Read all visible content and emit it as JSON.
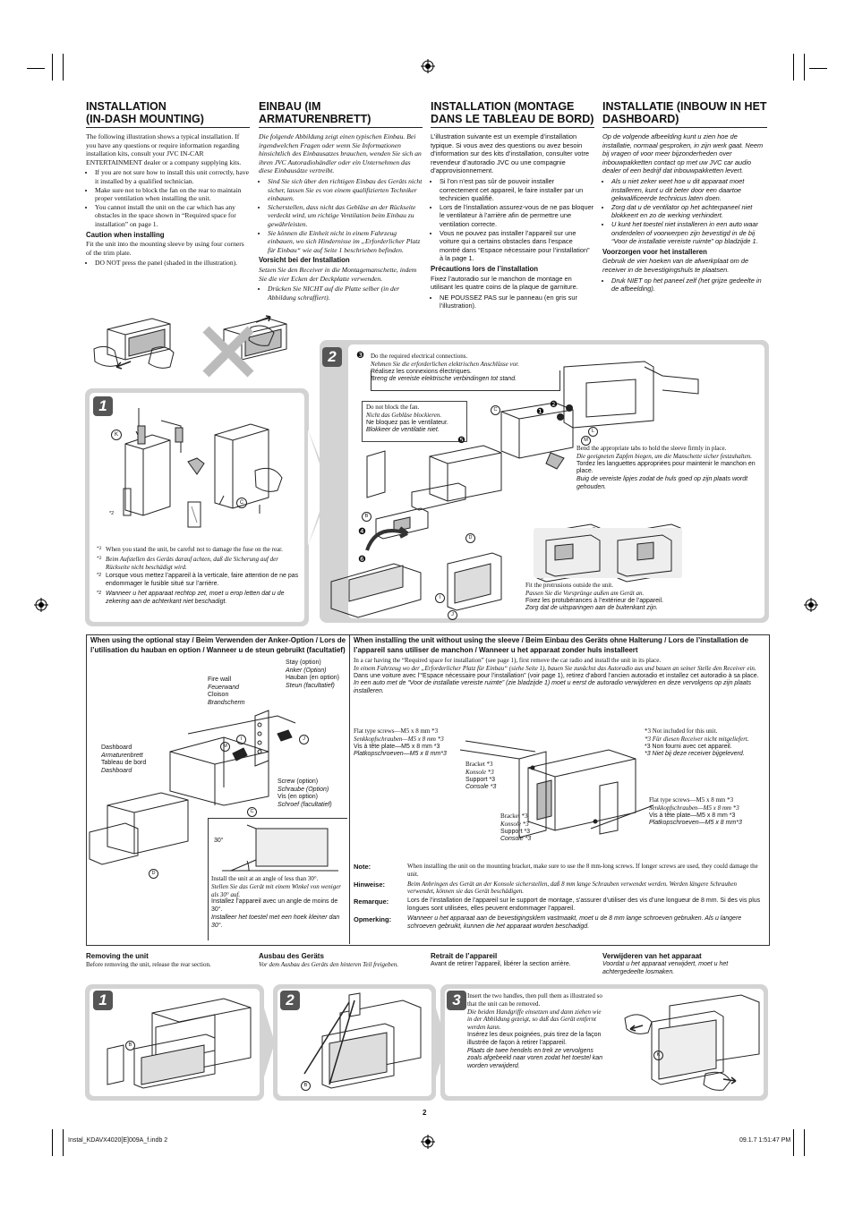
{
  "page_number": "2",
  "footer": {
    "filename": "Instal_KDAVX4020[E]009A_f.indb   2",
    "timestamp": "09.1.7   1:51:47 PM"
  },
  "columns": [
    {
      "title": "INSTALLATION\n(IN-DASH MOUNTING)",
      "intro": "The following illustration shows a typical installation. If you have any questions or require information regarding installation kits, consult your JVC IN-CAR ENTERTAINMENT dealer or a company supplying kits.",
      "bullets": [
        "If you are not sure how to install this unit correctly, have it installed by a qualified technician.",
        "Make sure not to block the fan on the rear to maintain proper ventilation when installing the unit.",
        "You cannot install the unit on the car which has any obstacles in the space shown in “Required space for installation” on page 1."
      ],
      "caution_title": "Caution when installing",
      "caution_text": "Fit the unit into the mounting sleeve by using four corners of the trim plate.",
      "caution_bullets": [
        "DO NOT press the panel (shaded in the illustration)."
      ]
    },
    {
      "title": "EINBAU (IM ARMATURENBRETT)",
      "intro": "Die folgende Abbildung zeigt einen typischen Einbau. Bei irgendwelchen Fragen oder wenn Sie Informationen hinsichtlich des Einbausatzes brauchen, wenden Sie sich an ihren JVC Autoradiohändler oder ein Unternehmen das diese Einbausätze vertreibt.",
      "bullets": [
        "Sind Sie sich über den richtigen Einbau des Geräts nicht sicher, lassen Sie es von einem qualifizierten Techniker einbauen.",
        "Sicherstellen, dass nicht das Gebläse an der Rückseite verdeckt wird, um richtige Ventilation beim Einbau zu gewährleisten.",
        "Sie können die Einheit nicht in einem Fahrzeug einbauen, wo sich Hindernisse im „Erforderlicher Platz für Einbau“ wie auf Seite 1 beschrieben befinden."
      ],
      "caution_title": "Vorsicht bei der Installation",
      "caution_text": "Setzen Sie den Receiver in die Montagemanschette, indem Sie die vier Ecken der Deckplatte verwenden.",
      "caution_bullets": [
        "Drücken Sie NICHT auf die Platte selber (in der Abbildung schraffiert)."
      ]
    },
    {
      "title": "INSTALLATION (MONTAGE DANS LE TABLEAU DE BORD)",
      "intro": "L’illustration suivante est un exemple d’installation typique. Si vous avez des questions ou avez besoin d’information sur des kits d’installation, consulter votre revendeur d’autoradio JVC ou une compagnie d’approvisionnement.",
      "bullets": [
        "Si l’on n’est pas sûr de pouvoir installer correctement cet appareil, le faire installer par un technicien qualifié.",
        "Lors de l’installation assurez-vous de ne pas bloquer le ventilateur à l’arrière afin de permettre une ventilation correcte.",
        "Vous ne pouvez pas installer l’appareil sur une voiture qui a certains obstacles dans l’espace montré dans “Espace nécessaire pour l’installation” à la page 1."
      ],
      "caution_title": "Précautions lors de l’installation",
      "caution_text": "Fixez l’autoradio sur le manchon de montage en utilisant les quatre coins de la plaque de garniture.",
      "caution_bullets": [
        "NE POUSSEZ PAS sur le panneau (en gris sur l’illustration)."
      ]
    },
    {
      "title": "INSTALLATIE (INBOUW IN HET DASHBOARD)",
      "intro": "Op de volgende afbeelding kunt u zien hoe de installatie, normaal gesproken, in zijn werk gaat. Neem bij vragen of voor meer bijzonderheden over inbouwpakketten contact op met uw JVC car audio dealer of een bedrijf dat inbouwpakketten levert.",
      "bullets": [
        "Als u niet zeker weet hoe u dit apparaat moet installeren, kunt u dit beter door een daartoe gekwalificeerde technicus laten doen.",
        "Zorg dat u de ventilator op het achterpaneel niet blokkeert en zo de werking verhindert.",
        "U kunt het toestel niet installeren in een auto waar onderdelen of voorwerpen zijn bevestigd in de bij “Voor de installatie vereiste ruimte” op bladzijde 1."
      ],
      "caution_title": "Voorzorgen voor het installeren",
      "caution_text": "Gebruik de vier hoeken van de afwerkplaat om de receiver in de bevestigingshuls te plaatsen.",
      "caution_bullets": [
        "Druk NIET op het paneel zelf (het grijze gedeelte in de afbeelding)."
      ]
    }
  ],
  "steps": {
    "s1": "1",
    "s2": "2",
    "s3": "3",
    "sub3": "❸",
    "sub4": "❹",
    "sub5": "❺",
    "sub6": "❻",
    "sub1": "❶",
    "sub2": "❷"
  },
  "notes_left": [
    {
      "mark": "*2",
      "text": "When you stand the unit, be careful not to damage the fuse on the rear."
    },
    {
      "mark": "*2",
      "text": "Beim Aufstellen des Geräts darauf achten, daß die Sicherung auf der Rückseite nicht beschädigt wird."
    },
    {
      "mark": "*2",
      "text": "Lorsque vous mettez l’appareil à la verticale, faire attention de ne pas endommager le fusible situé sur l’arrière."
    },
    {
      "mark": "*2",
      "text": "Wanneer u het apparaat rechtop zet, moet u erop letten dat u de zekering aan de achterkant niet beschadigt."
    }
  ],
  "callouts": {
    "electrical": [
      "Do the required electrical connections.",
      "Nehmen Sie die erforderlichen elektrischen Anschlüsse vor.",
      "Réalisez les connexions électriques.",
      "Breng de vereiste elektrische verbindingen tot stand."
    ],
    "fan": [
      "Do not block the fan.",
      "Nicht das Gebläse blockieren.",
      "Ne bloquez pas le ventilateur.",
      "Blokkeer de ventilatie niet."
    ],
    "tabs": [
      "Bend the appropriate tabs to hold the sleeve firmly in place.",
      "Die geeigneten Zapfen biegen, um die Manschette sicher festzuhalten.",
      "Tordez les languettes appropriées pour maintenir le manchon en place.",
      "Buig de vereiste lipjes zodat de huls goed op zijn plaats wordt gehouden."
    ],
    "protrusions": [
      "Fit the protrusions outside the unit.",
      "Passen Sie die Vorsprünge außen am Gerät an.",
      "Fixez les protubérances à l’extérieur de l’appareil.",
      "Zorg dat de uitsparingen aan de buitenkant zijn."
    ]
  },
  "stay_section": {
    "heading": "When using the optional stay / Beim Verwenden der Anker-Option / Lors de l’utilisation du hauban en option / Wanneer u de steun gebruikt (facultatief)",
    "firewall": [
      "Fire wall",
      "Feuerwand",
      "Cloison",
      "Brandscherm"
    ],
    "stay": [
      "Stay (option)",
      "Anker (Option)",
      "Hauban (en option)",
      "Steun (facultatief)"
    ],
    "dashboard": [
      "Dashboard",
      "Armaturenbrett",
      "Tableau de bord",
      "Dashboard"
    ],
    "screw": [
      "Screw (option)",
      "Schraube (Option)",
      "Vis (en option)",
      "Schroef (facultatief)"
    ],
    "angle_label": "30°",
    "angle": [
      "Install the unit at an angle of less than 30°.",
      "Stellen Sie das Gerät mit einem Winkel von weniger als 30° auf.",
      "Installez l’appareil avec un angle de moins de 30°.",
      "Installeer het toestel met een hoek kleiner dan 30°."
    ]
  },
  "nosleeve_section": {
    "heading": "When installing the unit without using the sleeve / Beim Einbau des Geräts ohne Halterung / Lors de l’installation de l’appareil sans utiliser de manchon / Wanneer u het apparaat zonder huls installeert",
    "paras": [
      "In a car having the “Required space for installation” (see page 1), first remove the car radio and install the unit in its place.",
      "In einem Fahrzeug wo der „Erforderlicher Platz für Einbau“ (siehe Seite 1), bauen Sie zunächst das Autoradio aus und bauen an seiner Stelle den Receiver ein.",
      "Dans une voiture avec l’“Espace nécessaire pour l’installation” (voir page 1), retirez d’abord l’ancien autoradio et installez cet autoradio à sa place.",
      "In een auto met de “Voor de installatie vereiste ruimte” (zie bladzijde 1) moet u eerst de autoradio verwijderen en deze vervolgens op zijn plaats installeren."
    ],
    "flat1": [
      "Flat type screws—M5 x 8 mm *3",
      "Senkkopfschrauben—M5 x 8 mm *3",
      "Vis à tête plate—M5 x 8 mm *3",
      "Platkopschroeven—M5 x 8 mm*3"
    ],
    "notincl": [
      "*3  Not included for this unit.",
      "*3  Für diesen Receiver nicht mitgeliefert.",
      "*3  Non fourni avec cet appareil.",
      "*3  Niet bij deze receiver bijgeleverd."
    ],
    "bracket1": [
      "Bracket *3",
      "Konsole *3",
      "Support *3",
      "Console *3"
    ],
    "bracket2": [
      "Bracket *3",
      "Konsole *3",
      "Support *3",
      "Console *3"
    ],
    "flat2": [
      "Flat type screws—M5 x 8 mm *3",
      "Senkkopfschrauben—M5 x 8 mm *3",
      "Vis à tête plate—M5 x 8 mm *3",
      "Platkopschroeven—M5 x 8 mm*3"
    ],
    "notes": [
      {
        "label": "Note:",
        "text": "When installing the unit on the mounting bracket, make sure to use the 8 mm-long screws. If longer screws are used, they could damage the unit."
      },
      {
        "label": "Hinweise:",
        "text": "Beim Anbringen des Gerät an der Konsole sicherstellen, daß 8 mm lange Schrauben verwendet werden. Werden längere Schrauben verwendet, können sie das Gerät beschädigen."
      },
      {
        "label": "Remarque:",
        "text": "Lors de l’installation de l’appareil sur le support de montage, s’assurer d’utiliser des vis d’une longueur de 8 mm. Si des vis plus longues sont utilisées, elles peuvent endommager l’appareil."
      },
      {
        "label": "Opmerking:",
        "text": "Wanneer u het apparaat aan de bevestigingsklem vastmaakt, moet u de 8 mm lange schroeven gebruiken. Als u langere schroeven gebruikt, kunnen die het apparaat worden beschadigd."
      }
    ]
  },
  "removal": [
    {
      "title": "Removing the unit",
      "text": "Before removing the unit, release the rear section."
    },
    {
      "title": "Ausbau des Geräts",
      "text": "Vor dem Ausbau des Geräts den hinteren Teil freigeben."
    },
    {
      "title": "Retrait de l’appareil",
      "text": "Avant de retirer l’appareil, libérer la section arrière."
    },
    {
      "title": "Verwijderen van het apparaat",
      "text": "Voordat u het apparaat verwijdert, moet u het achtergedeelte losmaken."
    }
  ],
  "handles": [
    "Insert the two handles, then pull them as illustrated so that the unit can be removed.",
    "Die beiden Handgriffe einsetzen und dann ziehen wie in der Abbildung gezeigt, so daß das Gerät entfernt werden kann.",
    "Insérez les deux poignées, puis tirez de la façon illustrée de façon à retirer l’appareil.",
    "Plaats de twee hendels en trek ze vervolgens zoals afgebeeld naar voren zodat het toestel kan worden verwijderd."
  ],
  "part_letters": {
    "k": "K",
    "c": "C",
    "b": "B",
    "d": "D",
    "l": "L",
    "m": "M",
    "i": "I",
    "j": "J",
    "n": "N"
  },
  "footnote_mark": "*2"
}
